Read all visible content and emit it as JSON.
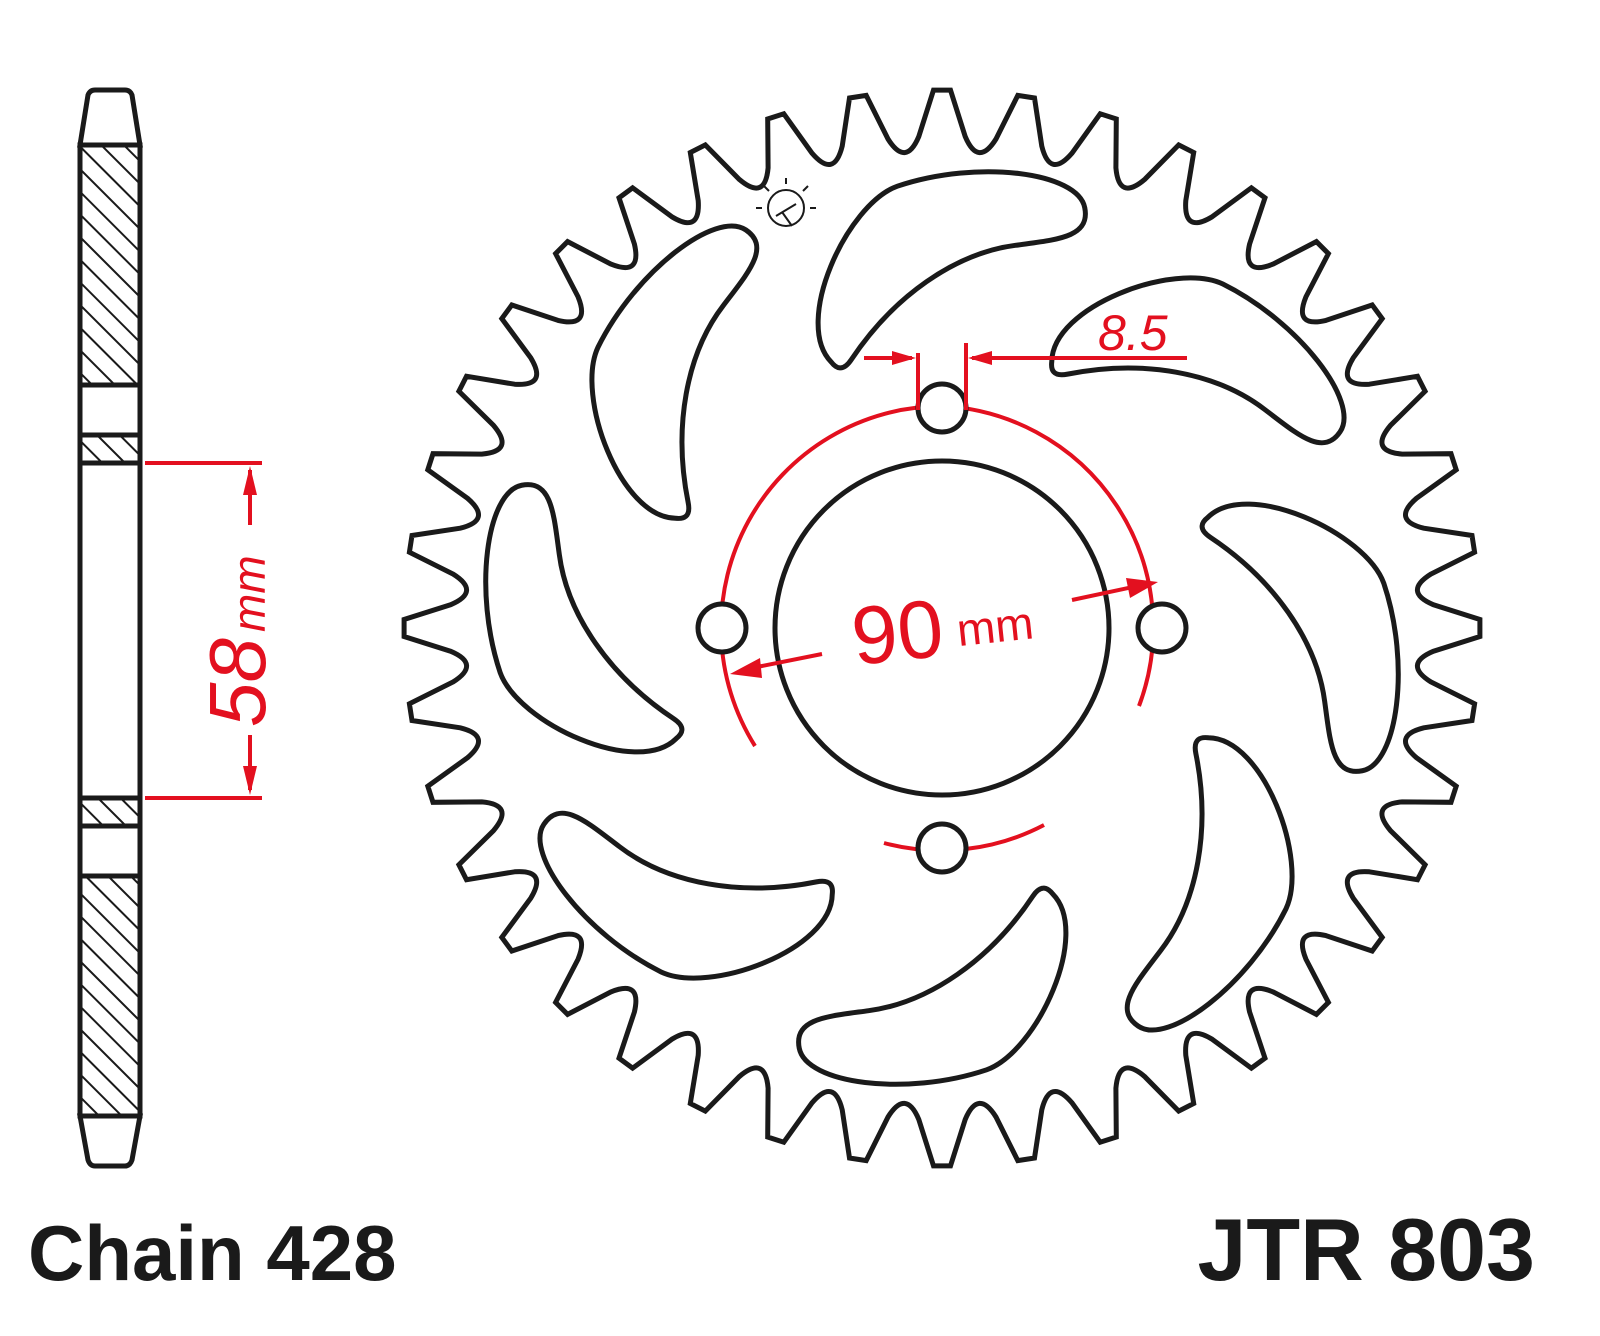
{
  "labels": {
    "chain": "Chain 428",
    "part_number": "JTR 803",
    "offset_value": "58",
    "offset_unit": "mm",
    "pcd_value": "90",
    "pcd_unit": "mm",
    "bolt_hole": "8.5"
  },
  "sprocket": {
    "teeth": 40,
    "bolt_holes": 4,
    "slots": 8
  },
  "colors": {
    "line": "#1a1a1a",
    "dimension": "#e3101f"
  },
  "icons": [
    "brand-logo-icon"
  ]
}
